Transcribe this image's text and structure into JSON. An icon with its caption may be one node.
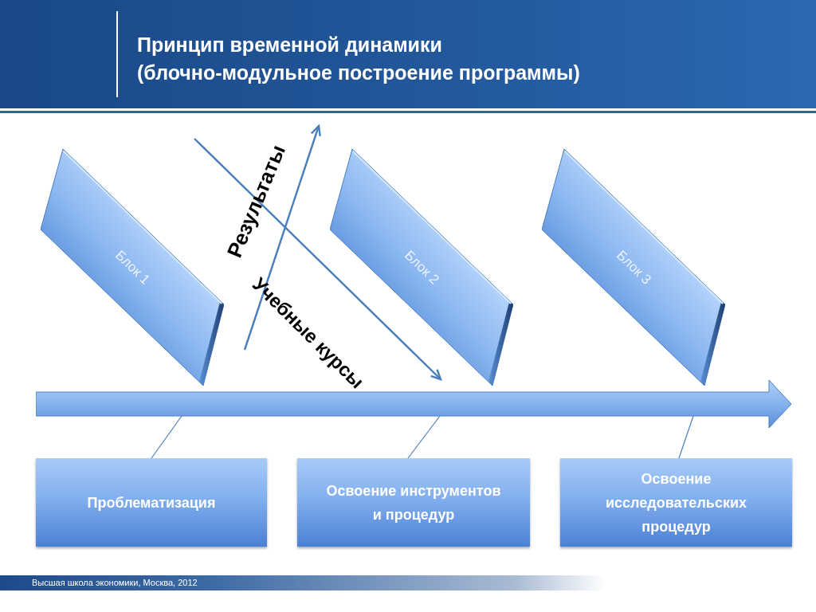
{
  "diagram": {
    "title": "Принцип временной динамики (блочно-модульное построение программы)",
    "nodes": [
      {
        "text": [
          "Блок 1"
        ]
      },
      {
        "text": [
          "Блок 2"
        ]
      },
      {
        "text": [
          "Блок 3"
        ]
      },
      {
        "text": [],
        "shape": "arrow"
      },
      {
        "text": [
          "Проблематизация"
        ]
      },
      {
        "text": [
          "Освоение инструментов и процедур"
        ]
      },
      {
        "text": [
          "Освоение исследовательских процедур"
        ]
      }
    ],
    "edges": [
      {
        "from": 3,
        "to": 4,
        "arrow": "none"
      },
      {
        "from": 3,
        "to": 5,
        "arrow": "none"
      },
      {
        "from": 3,
        "to": 6,
        "arrow": "none"
      }
    ],
    "labels": [
      "Результаты",
      "Учебные курсы",
      "Высшая школа экономики, Москва, 2012"
    ]
  }
}
